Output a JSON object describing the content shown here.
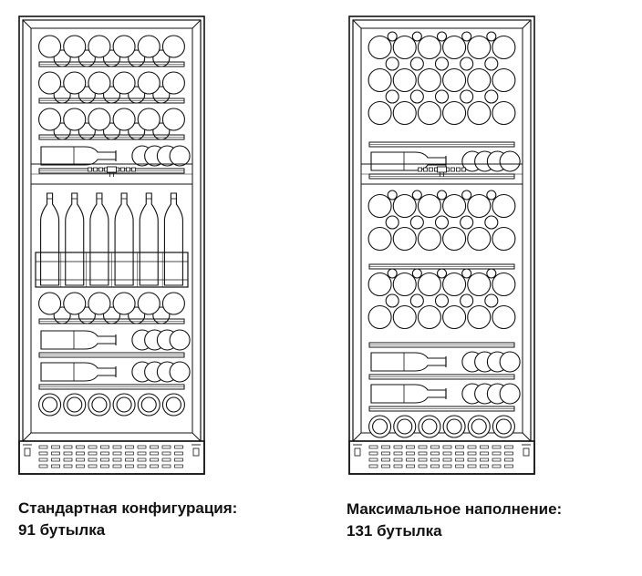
{
  "captions": {
    "standard": {
      "title": "Стандартная конфигурация:",
      "count": "91 бутылка"
    },
    "maximum": {
      "title": "Максимальное наполнение:",
      "count": "131 бутылка"
    }
  },
  "colors": {
    "line": "#111111",
    "background": "#ffffff"
  },
  "fridges": [
    {
      "id": "standard",
      "upper_zone": [
        "bottles-stacked",
        "bottles-stacked",
        "bottles-stacked",
        "bottles-side-and-ends"
      ],
      "lower_zone": [
        "standing-bottles-basket",
        "bottles-stacked",
        "bottles-side-and-ends",
        "bottles-side-and-ends",
        "bottle-ends-row"
      ]
    },
    {
      "id": "maximum",
      "upper_zone": [
        "bottles-max-stack",
        "bottles-side-and-ends"
      ],
      "lower_zone": [
        "bottles-max-stack",
        "bottles-max-stack",
        "bottles-side-and-ends",
        "bottles-side-and-ends",
        "bottle-ends-row"
      ]
    }
  ]
}
